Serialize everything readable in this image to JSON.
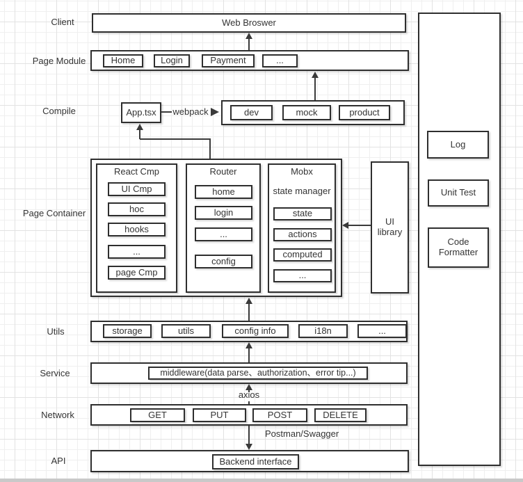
{
  "row_labels": [
    "Client",
    "Page Module",
    "Compile",
    "Page Container",
    "Utils",
    "Service",
    "Network",
    "API"
  ],
  "client": {
    "browser_label": "Web Broswer"
  },
  "page_module": {
    "items": [
      "Home",
      "Login",
      "Payment",
      "..."
    ]
  },
  "compile": {
    "app_label": "App.tsx",
    "webpack_label": "webpack",
    "modes": [
      "dev",
      "mock",
      "product"
    ]
  },
  "page_container": {
    "react_cmp": {
      "title": "React Cmp",
      "items": [
        "UI Cmp",
        "hoc",
        "hooks",
        "...",
        "page Cmp"
      ]
    },
    "router": {
      "title": "Router",
      "items": [
        "home",
        "login",
        "...",
        "config"
      ]
    },
    "mobx": {
      "title": "Mobx",
      "subtitle": "state manager",
      "items": [
        "state",
        "actions",
        "computed",
        "..."
      ]
    }
  },
  "ui_library": {
    "label": "UI library"
  },
  "tooling": {
    "items": [
      "Log",
      "Unit Test",
      "Code Formatter"
    ]
  },
  "utils": {
    "items": [
      "storage",
      "utils",
      "config info",
      "i18n",
      "..."
    ]
  },
  "service": {
    "middleware_label": "middleware(data parse、authorization、error tip...)"
  },
  "network": {
    "axios_label": "axios",
    "methods": [
      "GET",
      "PUT",
      "POST",
      "DELETE"
    ],
    "postman_label": "Postman/Swagger"
  },
  "api": {
    "backend_label": "Backend interface"
  }
}
